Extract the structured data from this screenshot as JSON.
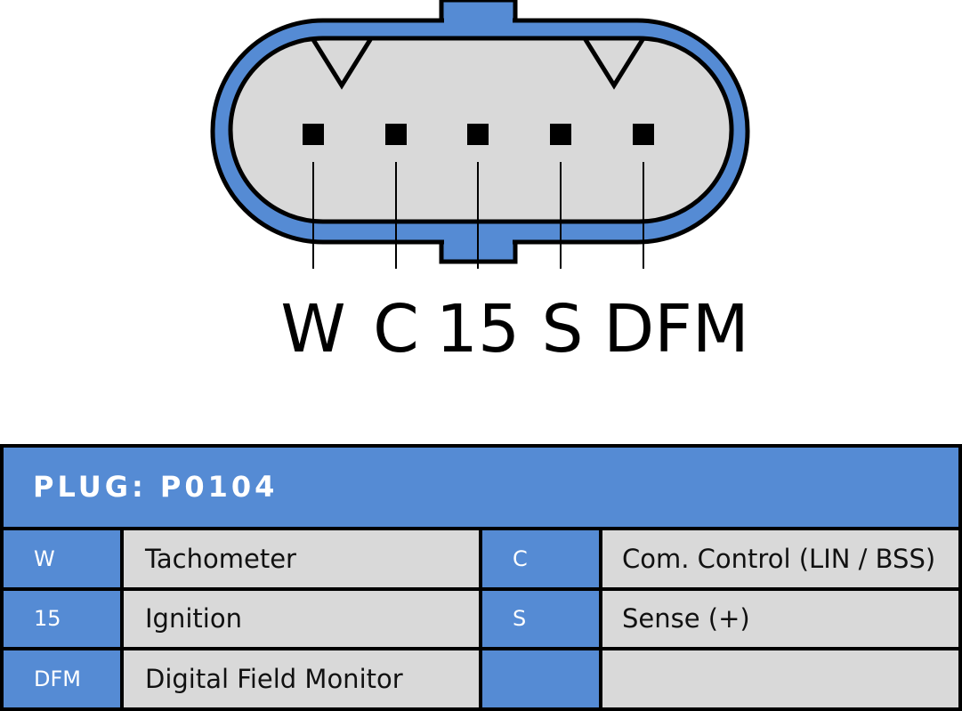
{
  "pin_labels": [
    "W",
    "C",
    "15",
    "S",
    "DFM"
  ],
  "table": {
    "header": "PLUG: P0104",
    "rows": [
      {
        "code_a": "W",
        "desc_a": "Tachometer",
        "code_b": "C",
        "desc_b": "Com. Control (LIN / BSS)"
      },
      {
        "code_a": "15",
        "desc_a": "Ignition",
        "code_b": "S",
        "desc_b": "Sense (+)"
      },
      {
        "code_a": "DFM",
        "desc_a": "Digital Field Monitor",
        "code_b": "",
        "desc_b": ""
      }
    ]
  },
  "colors": {
    "accent_blue": "#558bd4",
    "body_gray": "#d9d9d9",
    "outline": "#000000"
  }
}
